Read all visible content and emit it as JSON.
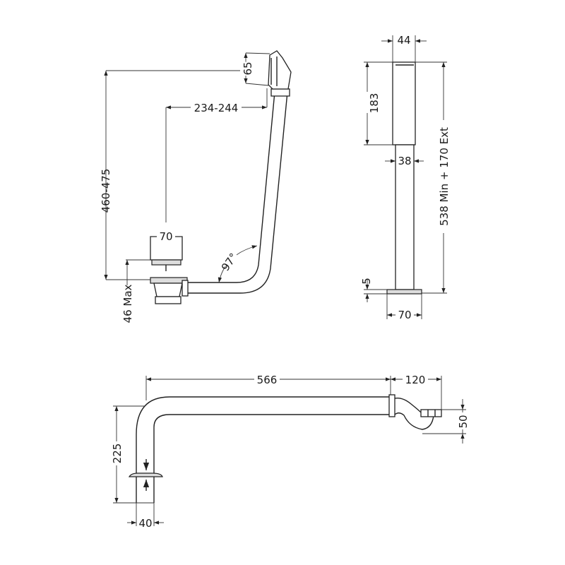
{
  "side_view": {
    "height_range": "460-475",
    "overflow_size": "65",
    "offset_range": "234-244",
    "waste_width": "70",
    "depth_max": "46 Max",
    "angle": "97°"
  },
  "overflow_front_view": {
    "top_width": "44",
    "upper_height": "183",
    "pipe_width": "38",
    "total_height": "538 Min + 170 Ext",
    "plate_thickness": "5",
    "plate_width": "70"
  },
  "plan_view": {
    "length": "566",
    "trap_length": "120",
    "trap_height": "50",
    "drop_height": "225",
    "pipe_width": "40"
  }
}
